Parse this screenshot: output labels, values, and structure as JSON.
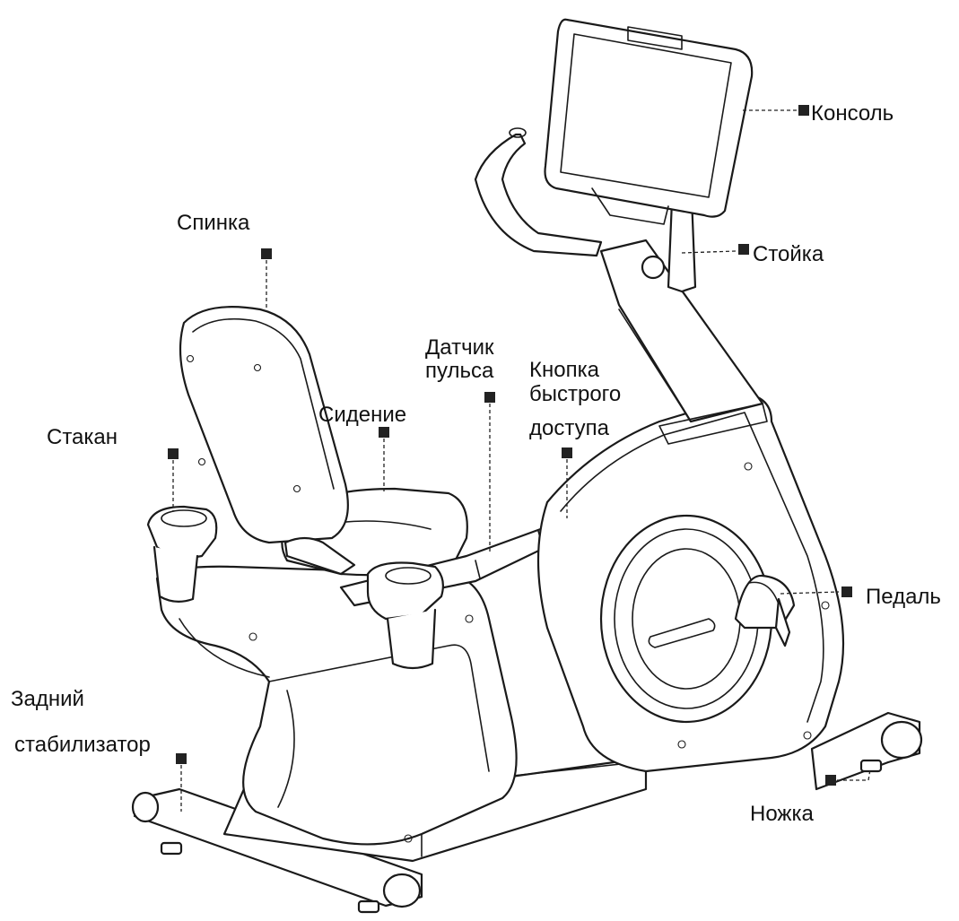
{
  "labels": {
    "console": "Консоль",
    "post": "Стойка",
    "backrest": "Спинка",
    "pulse_line1": "Датчик",
    "pulse_line2": "пульса",
    "quick_line1": "Кнопка",
    "quick_line2": "быстрого",
    "quick_line3": "доступа",
    "seat": "Сидение",
    "cup": "Стакан",
    "pedal": "Педаль",
    "rear_line1": "Задний",
    "rear_line2": "стабилизатор",
    "foot": "Ножка"
  },
  "colors": {
    "line": "#1a1a1a",
    "background": "#ffffff"
  }
}
